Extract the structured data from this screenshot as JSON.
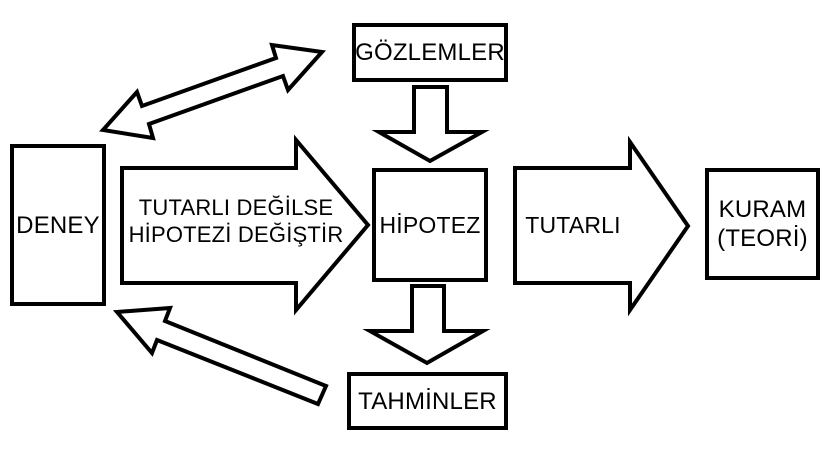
{
  "diagram": {
    "background": "#ffffff",
    "ink": "#000000",
    "nodes": {
      "deney": {
        "label": "DENEY"
      },
      "gozlemler": {
        "label": "GÖZLEMLER"
      },
      "hipotez": {
        "label": "HİPOTEZ"
      },
      "kuram": {
        "label_line1": "KURAM",
        "label_line2": "(TEORİ)"
      },
      "tahminler": {
        "label": "TAHMİNLER"
      }
    },
    "edges": {
      "deney_gozlemler": {
        "from": "DENEY",
        "to": "GÖZLEMLER",
        "style": "double-headed-diagonal",
        "label": ""
      },
      "gozlemler_hipotez": {
        "from": "GÖZLEMLER",
        "to": "HİPOTEZ",
        "style": "block-arrow-down",
        "label": ""
      },
      "deney_hipotez": {
        "from": "DENEY",
        "to": "HİPOTEZ",
        "style": "block-arrow-right",
        "label_line1": "TUTARLI DEĞİLSE",
        "label_line2": "HİPOTEZİ DEĞİŞTİR"
      },
      "hipotez_kuram": {
        "from": "HİPOTEZ",
        "to": "KURAM (TEORİ)",
        "style": "block-arrow-right",
        "label": "TUTARLI"
      },
      "hipotez_tahminler": {
        "from": "HİPOTEZ",
        "to": "TAHMİNLER",
        "style": "block-arrow-down",
        "label": ""
      },
      "tahminler_deney": {
        "from": "TAHMİNLER",
        "to": "DENEY",
        "style": "single-headed-diagonal",
        "label": ""
      }
    }
  }
}
